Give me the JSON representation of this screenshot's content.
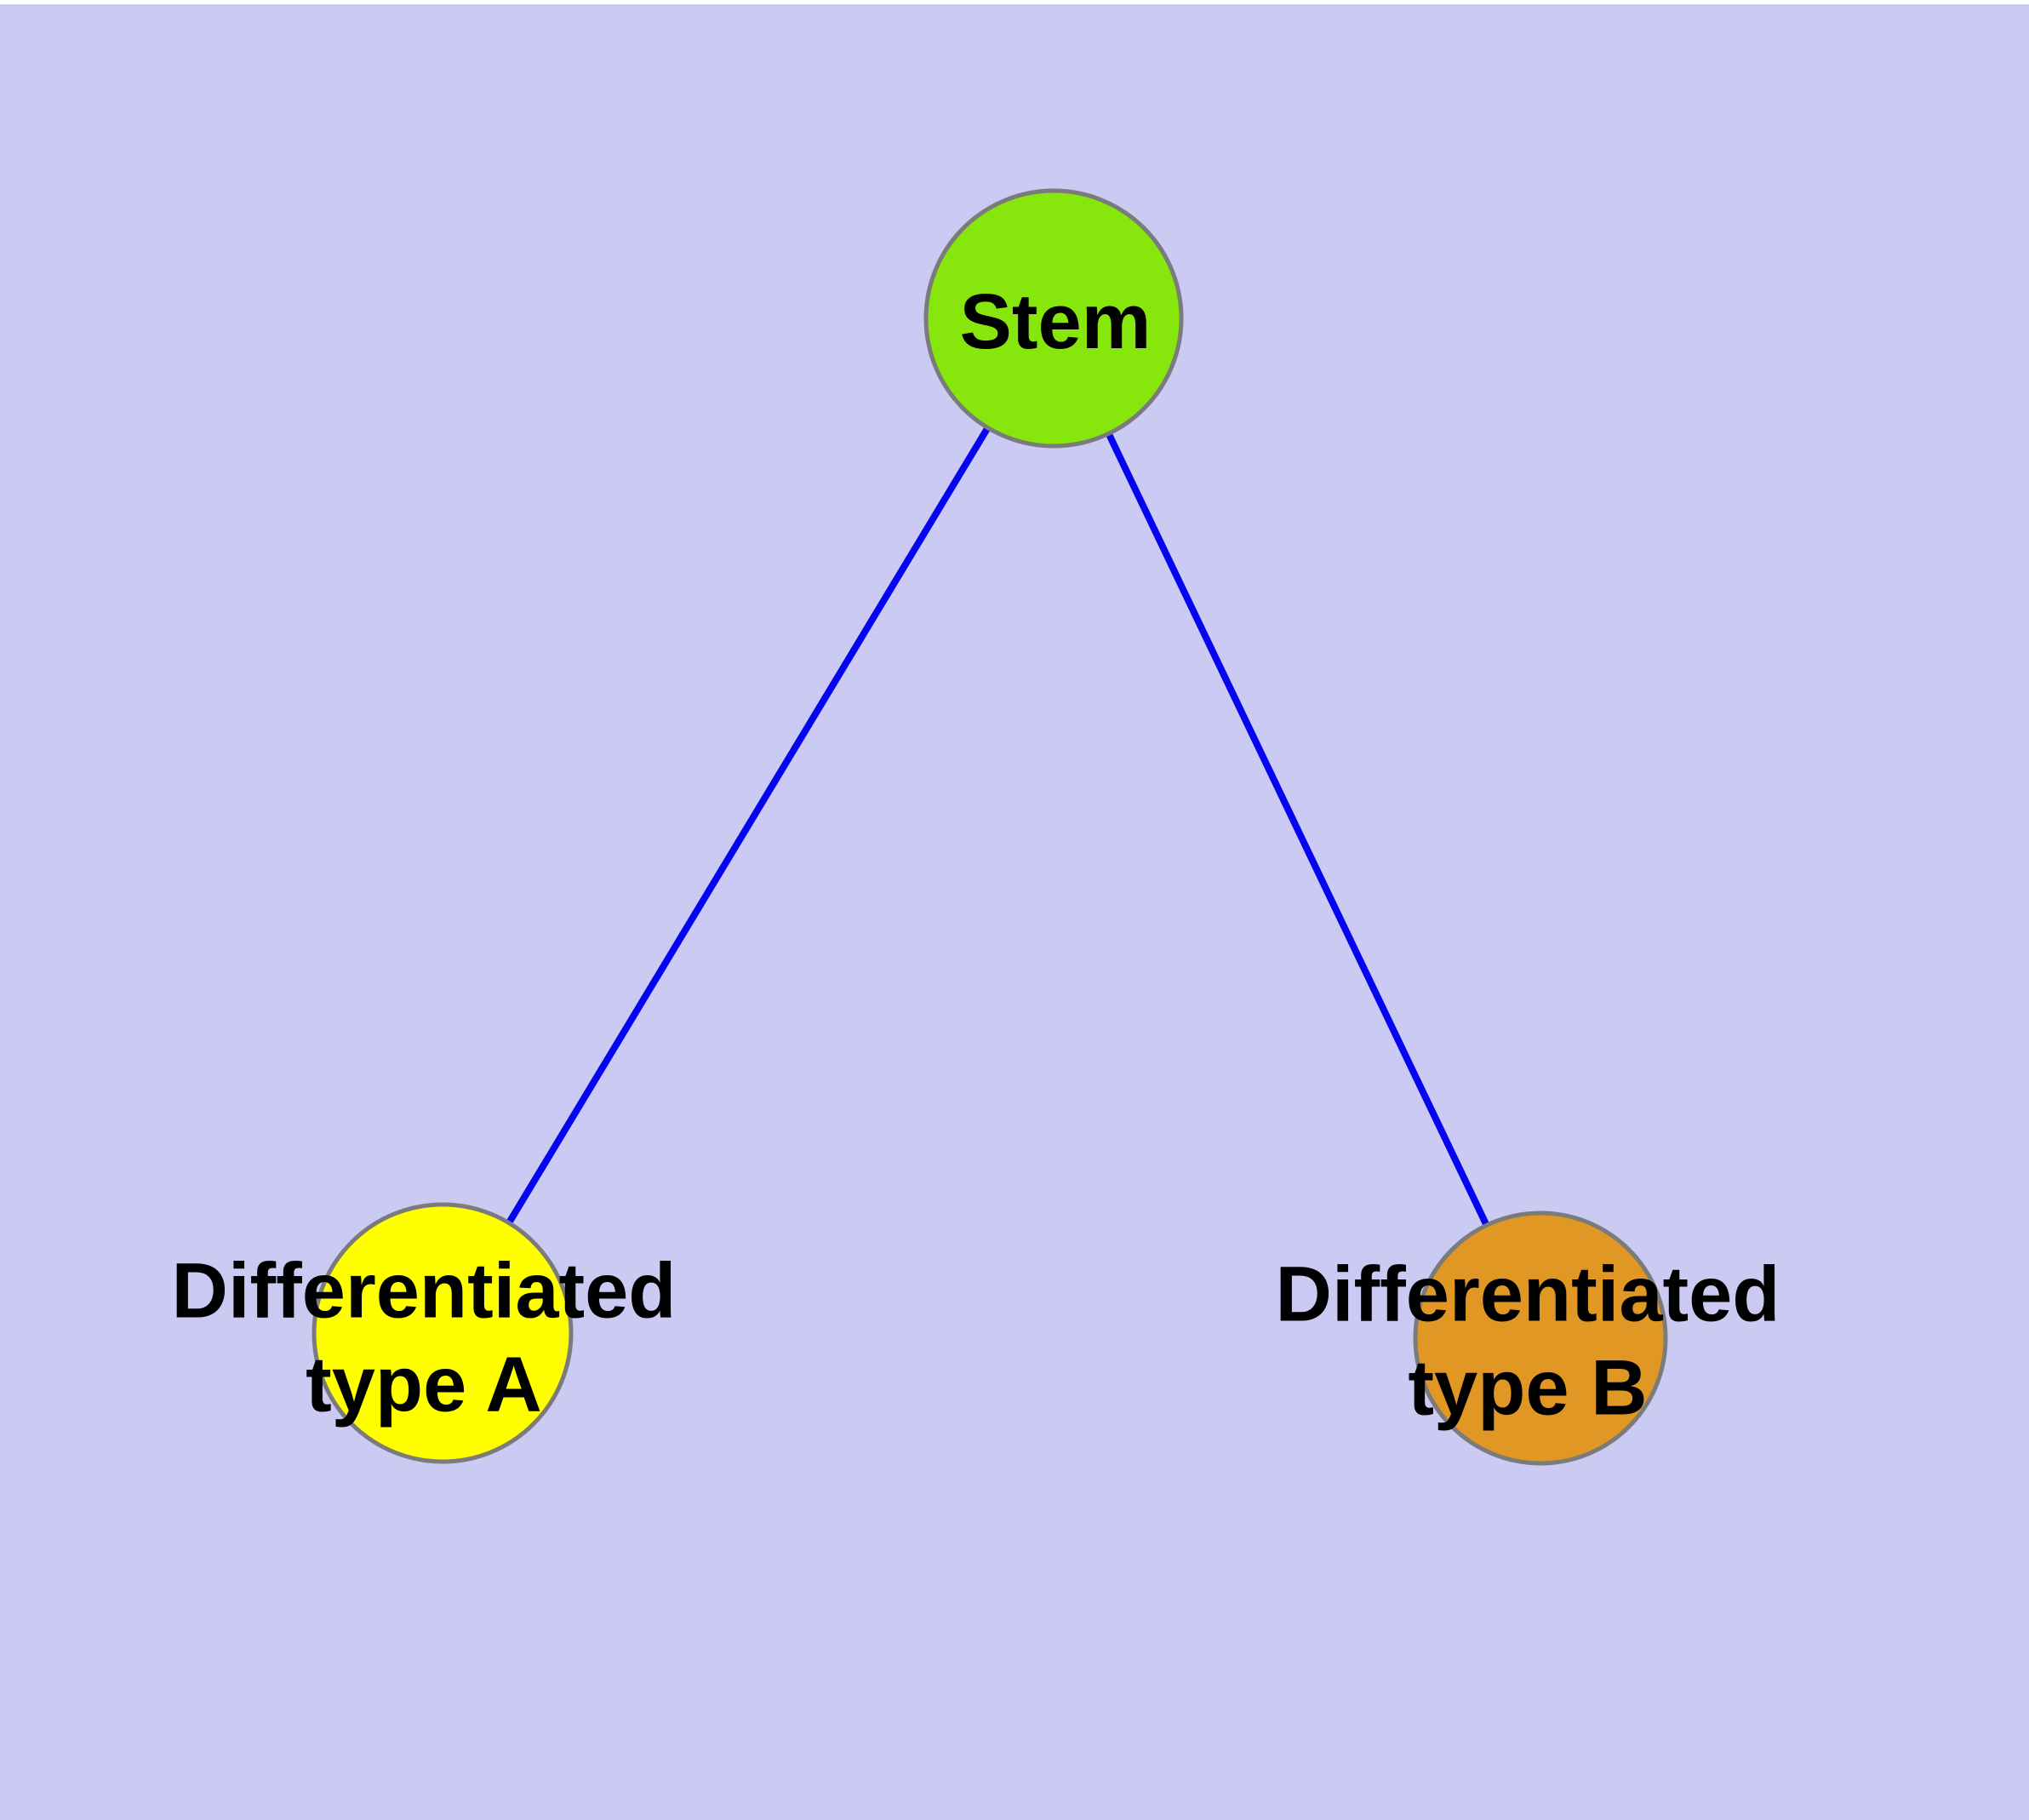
{
  "colors": {
    "background": "#CACAF3",
    "top_strip": "#FFFFFF",
    "edge": "#0404F0",
    "node_border": "#7B7B7B",
    "stem_fill": "#87E70D",
    "type_a_fill": "#FFFF00",
    "type_b_fill": "#E09724",
    "label_text": "#000000"
  },
  "diagram": {
    "type": "graph",
    "nodes": {
      "stem": {
        "label": "Stem",
        "shape": "circle",
        "fill": "#87E70D"
      },
      "type_a": {
        "label": "Differentiated\ntype A",
        "shape": "circle",
        "fill": "#FFFF00"
      },
      "type_b": {
        "label": "Differentiated\ntype B",
        "shape": "circle",
        "fill": "#E09724"
      }
    },
    "edges": [
      {
        "from": "Stem",
        "to": "Differentiated type A"
      },
      {
        "from": "Stem",
        "to": "Differentiated type B"
      }
    ]
  }
}
